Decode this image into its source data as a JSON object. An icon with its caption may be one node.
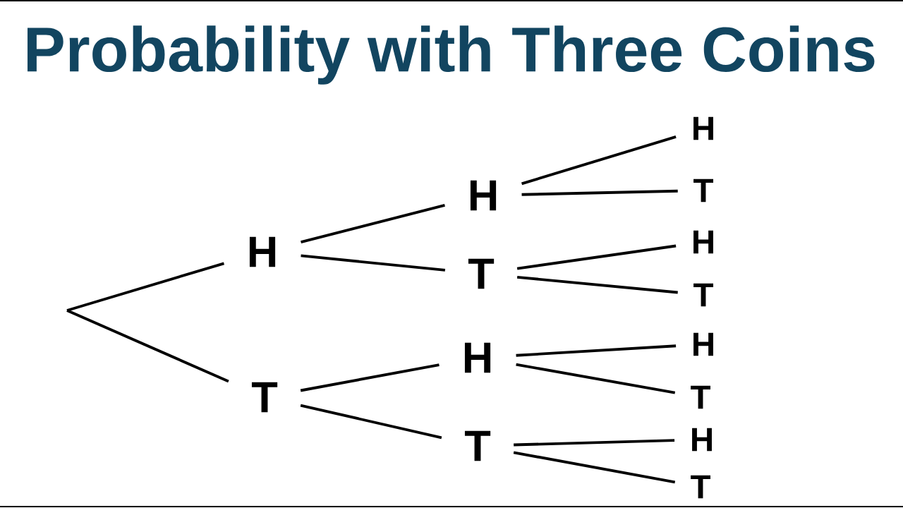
{
  "diagram": {
    "title": "Probability with Three Coins",
    "nodes": [
      {
        "text": [
          "H"
        ]
      },
      {
        "text": [
          "T"
        ]
      },
      {
        "text": [
          "H"
        ]
      },
      {
        "text": [
          "T"
        ]
      },
      {
        "text": [
          "H"
        ]
      },
      {
        "text": [
          "T"
        ]
      },
      {
        "text": [
          "H"
        ]
      },
      {
        "text": [
          "T"
        ]
      },
      {
        "text": [
          "H"
        ]
      },
      {
        "text": [
          "T"
        ]
      },
      {
        "text": [
          "H"
        ]
      },
      {
        "text": [
          "T"
        ]
      },
      {
        "text": [
          "H"
        ]
      },
      {
        "text": [
          "T"
        ]
      }
    ],
    "edges": [
      {
        "from": null,
        "to": 0,
        "arrow": "none"
      },
      {
        "from": null,
        "to": 1,
        "arrow": "none"
      },
      {
        "from": 0,
        "to": 2,
        "arrow": "none"
      },
      {
        "from": 0,
        "to": 3,
        "arrow": "none"
      },
      {
        "from": 1,
        "to": 4,
        "arrow": "none"
      },
      {
        "from": 1,
        "to": 5,
        "arrow": "none"
      },
      {
        "from": 2,
        "to": 6,
        "arrow": "none"
      },
      {
        "from": 2,
        "to": 7,
        "arrow": "none"
      },
      {
        "from": 3,
        "to": 8,
        "arrow": "none"
      },
      {
        "from": 3,
        "to": 9,
        "arrow": "none"
      },
      {
        "from": 4,
        "to": 10,
        "arrow": "none"
      },
      {
        "from": 4,
        "to": 11,
        "arrow": "none"
      },
      {
        "from": 5,
        "to": 12,
        "arrow": "none"
      },
      {
        "from": 5,
        "to": 13,
        "arrow": "none"
      }
    ]
  }
}
